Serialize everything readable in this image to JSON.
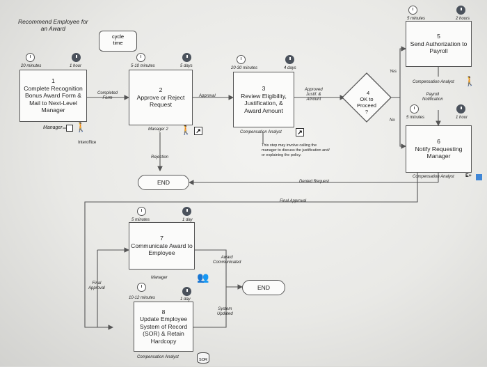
{
  "title": "Recommend Employee for\nan Award",
  "cycle_time": "cycle\ntime",
  "steps": {
    "s1": {
      "num": "1",
      "label": "Complete Recognition\nBonus Award Form &\nMail to Next-Level\nManager",
      "role": "Manager",
      "time_light": "20 minutes",
      "time_dark": "1 hour"
    },
    "s2": {
      "num": "2",
      "label": "Approve or Reject\nRequest",
      "role": "Manager 2",
      "time_light": "5-10 minutes",
      "time_dark": "5 days"
    },
    "s3": {
      "num": "3",
      "label": "Review Eligibility,\nJustification, &\nAward Amount",
      "role": "Compensation Analyst",
      "time_light": "20-30 minutes",
      "time_dark": "4 days"
    },
    "s4": {
      "num": "4",
      "label": "OK to\nProceed\n?"
    },
    "s5": {
      "num": "5",
      "label": "Send Authorization to\nPayroll",
      "time_light": "5 minutes",
      "time_dark": "2 hours",
      "role": "Compensation Analyst"
    },
    "s6": {
      "num": "6",
      "label": "Notify Requesting\nManager",
      "role": "Compensation Analyst",
      "time_light": "5 minutes",
      "time_dark": "1 hour"
    },
    "s7": {
      "num": "7",
      "label": "Communicate Award to\nEmployee",
      "role": "Manager",
      "time_light": "5 minutes",
      "time_dark": "1 day"
    },
    "s8": {
      "num": "8",
      "label": "Update Employee\nSystem of Record\n(SOR) & Retain\nHardcopy",
      "role": "Compensation Analyst",
      "time_light": "10-12 minutes",
      "time_dark": "1 day"
    }
  },
  "edges": {
    "completed_form": "Completed\nForm",
    "interoffice": "Interoffice",
    "approval": "Approval",
    "rejection": "Rejection",
    "approved": "Approved\nJustif. &\nAmount",
    "yes": "Yes",
    "no": "No",
    "payroll_notification": "Payroll\nNotification",
    "denied_request": "Denied Request",
    "final_approval": "Final Approval",
    "final_approval_left": "Final\nApproval",
    "award_communicated": "Award\nCommunicated",
    "system_updated": "System\nUpdated"
  },
  "ends": {
    "end1": "END",
    "end2": "END"
  },
  "callout": "This step may involve calling the\nmanager to discuss the justification and/\nor explaining the policy.",
  "sor_label": "SOR",
  "e_plus": "E+",
  "colors": {
    "line": "#555555",
    "clock_dark": "#4b525c",
    "accent_blue": "#3f86d6"
  }
}
